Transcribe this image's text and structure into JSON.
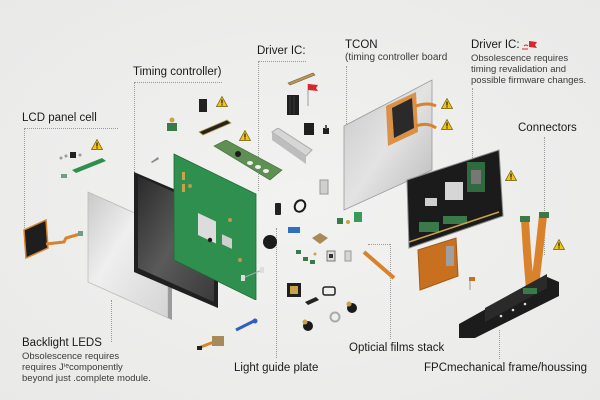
{
  "diagram": {
    "type": "exploded-view",
    "subject": "LCD display module",
    "labels": {
      "lcd_panel_cell": "LCD panel cell",
      "timing_controller": "Timing controller)",
      "driver_ic_top": "Driver IC:",
      "tcon_title": "TCON",
      "tcon_sub": "(timing controller board",
      "driver_ic_right": "Driver IC:",
      "driver_ic_right_note_1": "Obsolescence requires",
      "driver_ic_right_note_2": "timing revalidation and",
      "driver_ic_right_note_3": "possible firmware changes.",
      "connectors": "Connectors",
      "backlight_title": "Backlight LEDS",
      "backlight_note_1": "Obsolescence requires",
      "backlight_note_2": "requires  Jⁱᵉcomponently",
      "backlight_note_3": "beyond just .complete module.",
      "light_guide_plate": "Light guide plate",
      "optical_films_stack": "Opticial films stack",
      "fpc_frame": "FPCmechanical frame/houssing"
    },
    "icons": {
      "warning": "warning-triangle-icon",
      "flag": "red-flag-icon"
    },
    "colors": {
      "background": "#ececeb",
      "pcb_green": "#2e8b4a",
      "fpc_orange": "#d9822b",
      "warning_yellow": "#f2c318",
      "flag_red": "#d62828",
      "panel_dark": "#3b3b3b",
      "panel_light": "#dcdcdc"
    }
  }
}
